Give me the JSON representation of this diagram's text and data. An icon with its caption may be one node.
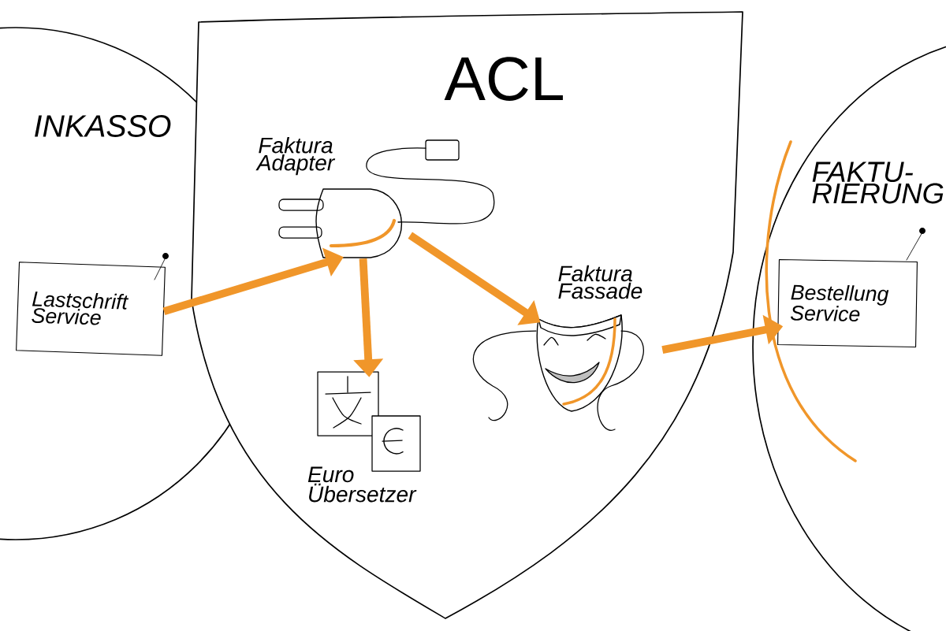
{
  "diagram": {
    "nodes": [
      {
        "text": [
          "INKASSO"
        ]
      },
      {
        "text": [
          "Lastschrift Service"
        ],
        "in": 0
      },
      {
        "text": [
          "ACL"
        ]
      },
      {
        "text": [
          "Faktura Adapter"
        ],
        "in": 2
      },
      {
        "text": [
          "Euro Übersetzer"
        ],
        "in": 2
      },
      {
        "text": [
          "Faktura Fassade"
        ],
        "in": 2
      },
      {
        "text": [
          "FAKTU- RIERUNG"
        ]
      },
      {
        "text": [
          "Bestellung Service"
        ],
        "in": 6
      }
    ],
    "edges": [
      {
        "from": 1,
        "to": 3,
        "arrow": "to"
      },
      {
        "from": 3,
        "to": 4,
        "arrow": "to"
      },
      {
        "from": 3,
        "to": 5,
        "arrow": "to"
      },
      {
        "from": 5,
        "to": 7,
        "arrow": "to"
      }
    ]
  }
}
